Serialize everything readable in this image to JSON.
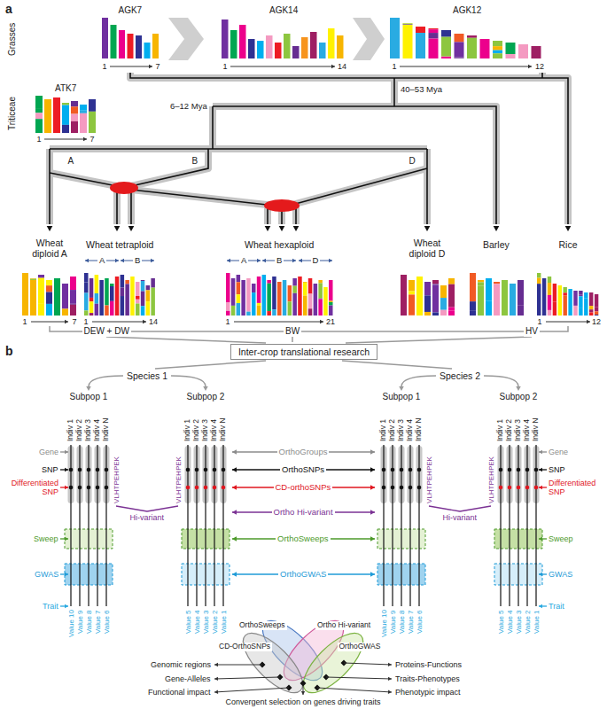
{
  "diagram": {
    "nodes": [
      {
        "text": [
          "Inter-crop translational research"
        ]
      }
    ],
    "labels": [
      "a",
      "Grasses",
      "AGK7",
      "1",
      "7",
      "AGK14",
      "1",
      "14",
      "AGK12",
      "1",
      "12",
      "40–53 Mya",
      "Triticeae",
      "ATK7",
      "1",
      "7",
      "6–12 Mya",
      "A",
      "B",
      "D",
      "Wheat diploid A",
      "Wheat tetraploid",
      "A",
      "B",
      "Wheat hexaploid",
      "A",
      "B",
      "D",
      "Wheat diploid D",
      "Barley",
      "Rice",
      "1",
      "7",
      "1",
      "14",
      "1",
      "21",
      "1",
      "12",
      "DEW + DW",
      "BW",
      "HV",
      "b",
      "Species 1",
      "Species 2",
      "Subpop 1",
      "Subpop 2",
      "Subpop 1",
      "Subpop 2",
      "Indiv 1",
      "Indiv 2",
      "Indiv 3",
      "Indiv 4",
      "Indiv N",
      "Indiv 1",
      "Indiv 2",
      "Indiv 3",
      "Indiv 4",
      "Indiv N",
      "Indiv 1",
      "Indiv 2",
      "Indiv 3",
      "Indiv 4",
      "Indiv N",
      "Indiv 1",
      "Indiv 2",
      "Indiv 3",
      "Indiv 4",
      "Indiv N",
      "Gene",
      "SNP",
      "Differentiated SNP",
      "Sweep",
      "GWAS",
      "Trait",
      "Gene",
      "SNP",
      "Differentiated SNP",
      "Sweep",
      "GWAS",
      "Trait",
      "OrthoGroups",
      "OrthoSNPs",
      "CD-orthoSNPs",
      "Ortho Hi-variant",
      "OrthoSweeps",
      "OrthoGWAS",
      "Hi-variant",
      "VLHTPEHPEK",
      "VLHTPEHPEK",
      "Hi-variant",
      "VLHTPEHPEK",
      "VLHTPEHPEK",
      "Value 10",
      "Value 9",
      "Value 8",
      "Value 7",
      "Value 6",
      "Value 5",
      "Value 4",
      "Value 3",
      "Value 2",
      "Value 1",
      "Value 10",
      "Value 9",
      "Value 8",
      "Value 7",
      "Value 6",
      "Value 5",
      "Value 4",
      "Value 3",
      "Value 2",
      "Value 1",
      "OrthoSweeps",
      "Ortho Hi-variant",
      "CD-OrthoSNPs",
      "OrthoGWAS",
      "Genomic regions",
      "Proteins-Functions",
      "Gene-Alleles",
      "Traits-Phenotypes",
      "Functional impact",
      "Phenotypic impact",
      "Convergent selection on genes driving traits"
    ]
  }
}
